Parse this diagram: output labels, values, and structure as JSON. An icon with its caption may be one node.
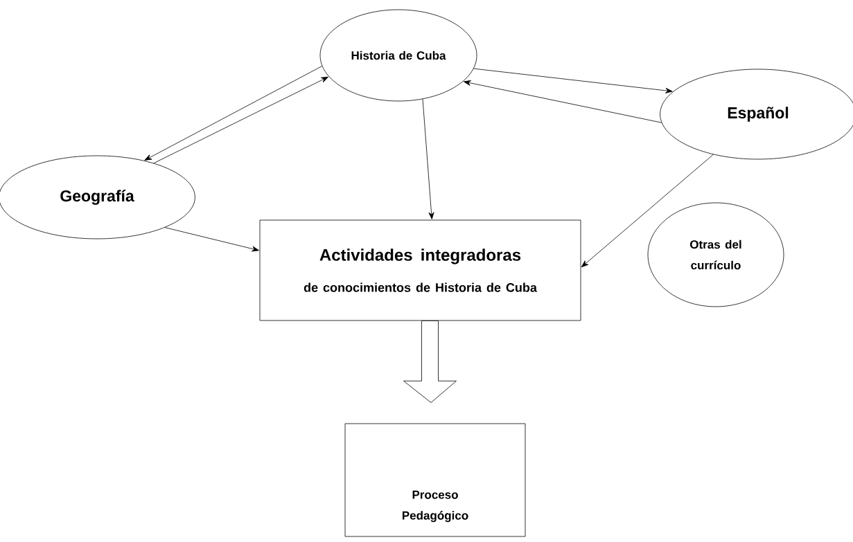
{
  "diagram": {
    "nodes": [
      {
        "text": [
          "Historia de Cuba"
        ]
      },
      {
        "text": [
          "Español"
        ]
      },
      {
        "text": [
          "Geografía"
        ]
      },
      {
        "text": [
          "Otras del currículo"
        ]
      },
      {
        "text": [
          "Actividades integradoras",
          "de conocimientos de Historia de Cuba"
        ]
      },
      {
        "text": [
          "Proceso Pedagógico"
        ]
      }
    ],
    "edges": [
      {
        "from": 0,
        "to": 2,
        "arrow": "to"
      },
      {
        "from": 2,
        "to": 0,
        "arrow": "to"
      },
      {
        "from": 0,
        "to": 1,
        "arrow": "to"
      },
      {
        "from": 1,
        "to": 0,
        "arrow": "to"
      },
      {
        "from": 0,
        "to": 4,
        "arrow": "to"
      },
      {
        "from": 2,
        "to": 4,
        "arrow": "to"
      },
      {
        "from": 1,
        "to": 4,
        "arrow": "to"
      },
      {
        "from": 4,
        "to": 5,
        "arrow": "to",
        "style": "thick"
      }
    ]
  }
}
